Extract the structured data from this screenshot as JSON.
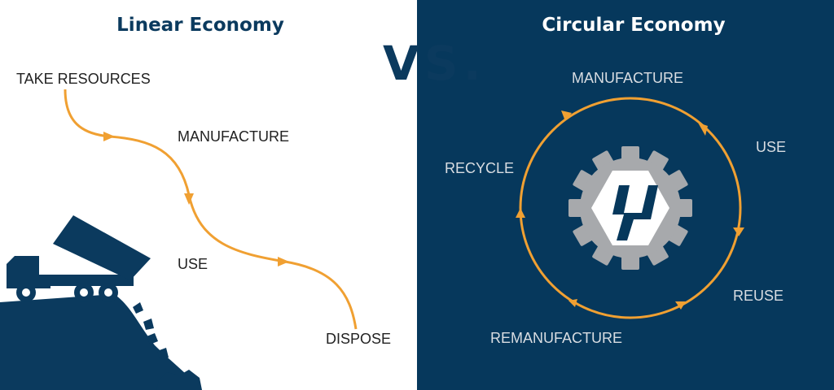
{
  "linear": {
    "title": "Linear Economy",
    "steps": [
      "TAKE RESOURCES",
      "MANUFACTURE",
      "USE",
      "DISPOSE"
    ]
  },
  "versus": "VS.",
  "circular": {
    "title": "Circular Economy",
    "steps": [
      "MANUFACTURE",
      "USE",
      "REUSE",
      "REMANUFACTURE",
      "RECYCLE"
    ]
  },
  "colors": {
    "navy": "#06385c",
    "orange": "#f0a032",
    "gear": "#a7a9ac",
    "white": "#ffffff"
  }
}
